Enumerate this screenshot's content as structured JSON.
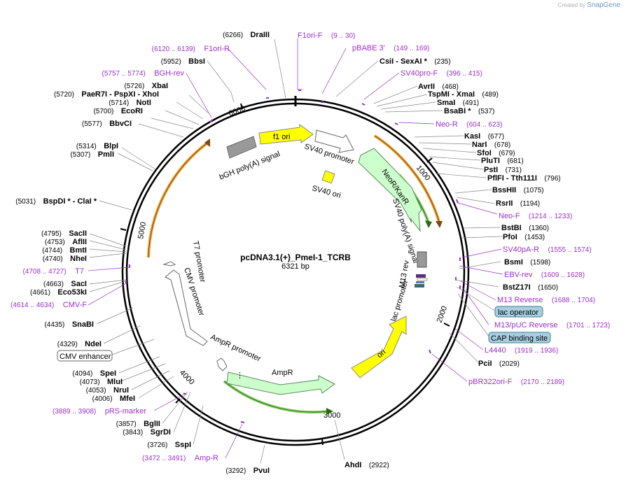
{
  "watermark": {
    "created_by": "Created by",
    "brand": "SnapGene"
  },
  "plasmid": {
    "name": "pcDNA3.1(+)_PmeI-1_TCRB",
    "length_label": "6321 bp"
  },
  "ticks": [
    "1000",
    "2000",
    "3000",
    "4000",
    "5000",
    "6000"
  ],
  "enzymes": [
    {
      "name": "DraIII",
      "pos": "(6266)"
    },
    {
      "name": "BbsI",
      "pos": "(5952)"
    },
    {
      "name": "XbaI",
      "pos": "(5726)"
    },
    {
      "name": "PaeR7I  -  PspXI  -  XhoI",
      "pos": "(5720)"
    },
    {
      "name": "NotI",
      "pos": "(5714)"
    },
    {
      "name": "EcoRI",
      "pos": "(5700)"
    },
    {
      "name": "BbvCI",
      "pos": "(5577)"
    },
    {
      "name": "BlpI",
      "pos": "(5314)"
    },
    {
      "name": "PmlI",
      "pos": "(5307)"
    },
    {
      "name": "BspDI *  -  ClaI *",
      "pos": "(5031)"
    },
    {
      "name": "SacII",
      "pos": "(4795)"
    },
    {
      "name": "AflII",
      "pos": "(4753)"
    },
    {
      "name": "BmtI",
      "pos": "(4744)"
    },
    {
      "name": "NheI",
      "pos": "(4740)"
    },
    {
      "name": "SacI",
      "pos": "(4663)"
    },
    {
      "name": "Eco53kI",
      "pos": "(4661)"
    },
    {
      "name": "SnaBI",
      "pos": "(4435)"
    },
    {
      "name": "NdeI",
      "pos": "(4329)"
    },
    {
      "name": "SpeI",
      "pos": "(4094)"
    },
    {
      "name": "MluI",
      "pos": "(4073)"
    },
    {
      "name": "NruI",
      "pos": "(4053)"
    },
    {
      "name": "MfeI",
      "pos": "(4006)"
    },
    {
      "name": "BglII",
      "pos": "(3857)"
    },
    {
      "name": "SgrDI",
      "pos": "(3843)"
    },
    {
      "name": "SspI",
      "pos": "(3726)"
    },
    {
      "name": "PvuI",
      "pos": "(3292)"
    },
    {
      "name": "AhdI",
      "pos": "(2922)"
    },
    {
      "name": "PciI",
      "pos": "(2029)"
    },
    {
      "name": "BstZ17I",
      "pos": "(1650)"
    },
    {
      "name": "BsmI",
      "pos": "(1598)"
    },
    {
      "name": "PfoI",
      "pos": "(1453)"
    },
    {
      "name": "BstBI",
      "pos": "(1360)"
    },
    {
      "name": "RsrII",
      "pos": "(1194)"
    },
    {
      "name": "BssHII",
      "pos": "(1075)"
    },
    {
      "name": "PflFI  -  Tth111I",
      "pos": "(796)"
    },
    {
      "name": "PstI",
      "pos": "(731)"
    },
    {
      "name": "PluTI",
      "pos": "(681)"
    },
    {
      "name": "SfoI",
      "pos": "(679)"
    },
    {
      "name": "NarI",
      "pos": "(678)"
    },
    {
      "name": "KasI",
      "pos": "(677)"
    },
    {
      "name": "BsaBI *",
      "pos": "(537)"
    },
    {
      "name": "SmaI",
      "pos": "(491)"
    },
    {
      "name": "TspMI  -  XmaI",
      "pos": "(489)"
    },
    {
      "name": "AvrII",
      "pos": "(468)"
    },
    {
      "name": "CsiI  -  SexAI *",
      "pos": "(235)"
    }
  ],
  "primers": [
    {
      "name": "F1ori-F",
      "range": "(9 .. 30)"
    },
    {
      "name": "pBABE 3'",
      "range": "(149 .. 169)"
    },
    {
      "name": "SV40pro-F",
      "range": "(396 .. 415)"
    },
    {
      "name": "Neo-R",
      "range": "(604 .. 623)"
    },
    {
      "name": "Neo-F",
      "range": "(1214 .. 1233)"
    },
    {
      "name": "SV40pA-R",
      "range": "(1555 .. 1574)"
    },
    {
      "name": "EBV-rev",
      "range": "(1609 .. 1628)"
    },
    {
      "name": "M13 Reverse",
      "range": "(1688 .. 1704)"
    },
    {
      "name": "M13/pUC Reverse",
      "range": "(1701 .. 1723)"
    },
    {
      "name": "L4440",
      "range": "(1919 .. 1936)"
    },
    {
      "name": "pBR322ori-F",
      "range": "(2170 .. 2189)"
    },
    {
      "name": "Amp-R",
      "range": "(3472 .. 3491)"
    },
    {
      "name": "pRS-marker",
      "range": "(3889 .. 3908)"
    },
    {
      "name": "CMV-F",
      "range": "(4614 .. 4634)"
    },
    {
      "name": "T7",
      "range": "(4708 .. 4727)"
    },
    {
      "name": "BGH-rev",
      "range": "(5757 .. 5774)"
    },
    {
      "name": "F1ori-R",
      "range": "(6120 .. 6139)"
    }
  ],
  "boxed_features": [
    "lac operator",
    "CAP binding site",
    "CMV enhancer"
  ],
  "features": [
    "f1 ori",
    "SV40 promoter",
    "SV40 ori",
    "bGH poly(A) signal",
    "NeoR/KanR",
    "SV40 poly(A) signal",
    "M13 rev",
    "lac promoter",
    "ori",
    "AmpR",
    "AmpR promoter",
    "CMV promoter",
    "T7 promoter"
  ],
  "colors": {
    "primer": "#9b30c8",
    "ori_yellow": "#ffff00",
    "marker_green": "#ccffcc",
    "orf_orange": "#f0a030",
    "terminator_gray": "#999999",
    "lac_box": "#a6cfe0"
  }
}
